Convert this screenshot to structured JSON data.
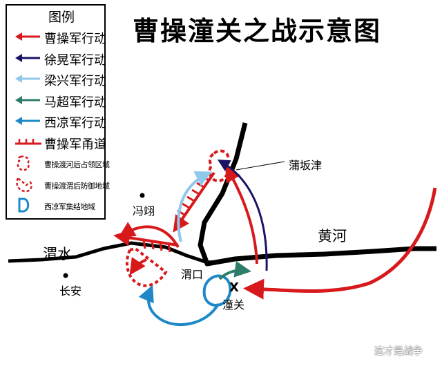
{
  "title": "曹操潼关之战示意图",
  "legend": {
    "heading": "图例",
    "items": [
      {
        "label": "曹操军行动",
        "color": "#d7191c",
        "kind": "arrow"
      },
      {
        "label": "徐晃军行动",
        "color": "#1b1464",
        "kind": "arrow"
      },
      {
        "label": "梁兴军行动",
        "color": "#8ec8ea",
        "kind": "arrow"
      },
      {
        "label": "马超军行动",
        "color": "#2e7d6b",
        "kind": "arrow"
      },
      {
        "label": "西凉军行动",
        "color": "#1e88c7",
        "kind": "arrow"
      },
      {
        "label": "曹操军甬道",
        "color": "#d7191c",
        "kind": "road"
      },
      {
        "label": "曹操渡河后占领区域",
        "color": "#d7191c",
        "kind": "zone-dashed"
      },
      {
        "label": "曹操渡渭后防御地域",
        "color": "#d7191c",
        "kind": "zone-dashed-2"
      },
      {
        "label": "西凉军集结地域",
        "color": "#1e88c7",
        "kind": "zone-blue"
      }
    ]
  },
  "places": {
    "pubanjin": "蒲坂津",
    "fengyi": "冯翊",
    "weishui": "渭水",
    "changan": "长安",
    "weikou": "渭口",
    "tongguan": "潼关",
    "huanghe": "黄河"
  },
  "marker": "X",
  "watermark": "这才是战争",
  "colors": {
    "cao": "#d7191c",
    "xu": "#1b1464",
    "liang": "#8ec8ea",
    "ma": "#2e7d6b",
    "xiliang": "#1e88c7",
    "river": "#000000"
  }
}
